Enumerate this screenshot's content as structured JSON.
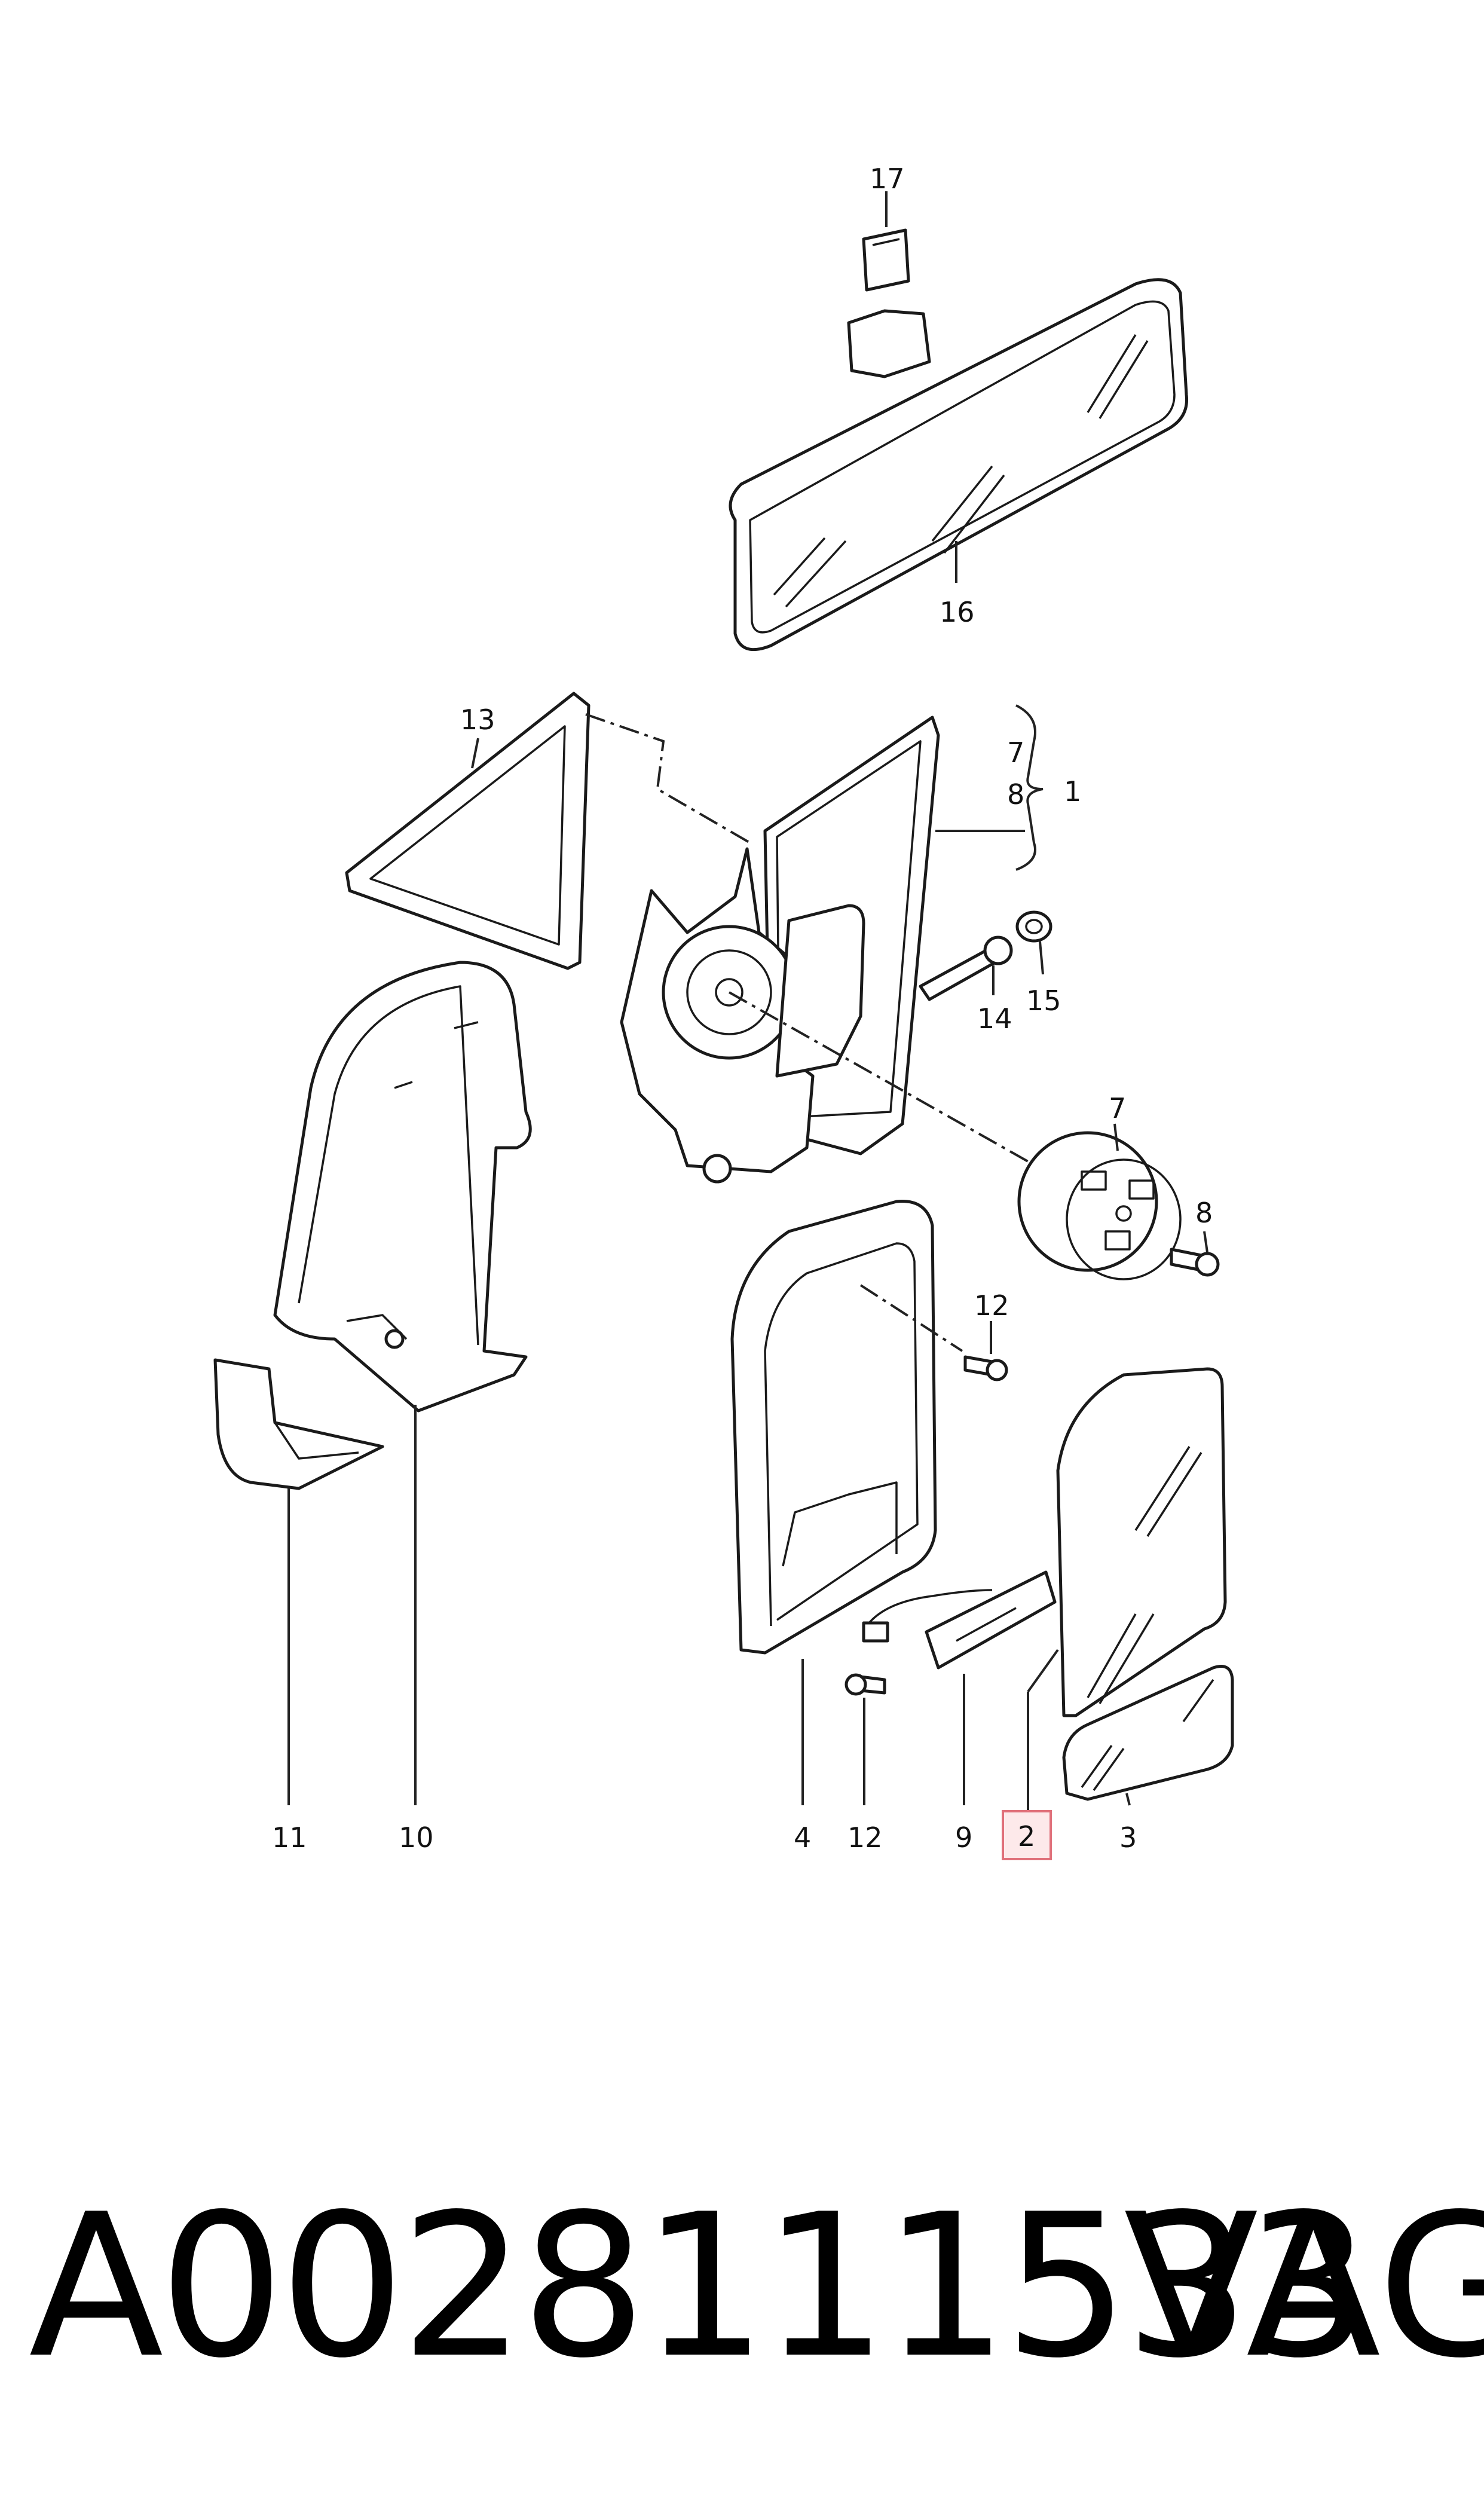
{
  "callouts": {
    "c17": "17",
    "c16": "16",
    "c13": "13",
    "c7a": "7",
    "c8a": "8",
    "c1": "1",
    "c14": "14",
    "c15": "15",
    "c7b": "7",
    "c8b": "8",
    "c12a": "12",
    "c11": "11",
    "c10": "10",
    "c4": "4",
    "c12b": "12",
    "c9": "9",
    "c2": "2",
    "c3": "3"
  },
  "highlight_color": "#e0707a",
  "footer": {
    "part_number": "A0028111533",
    "brand": "VAG"
  }
}
